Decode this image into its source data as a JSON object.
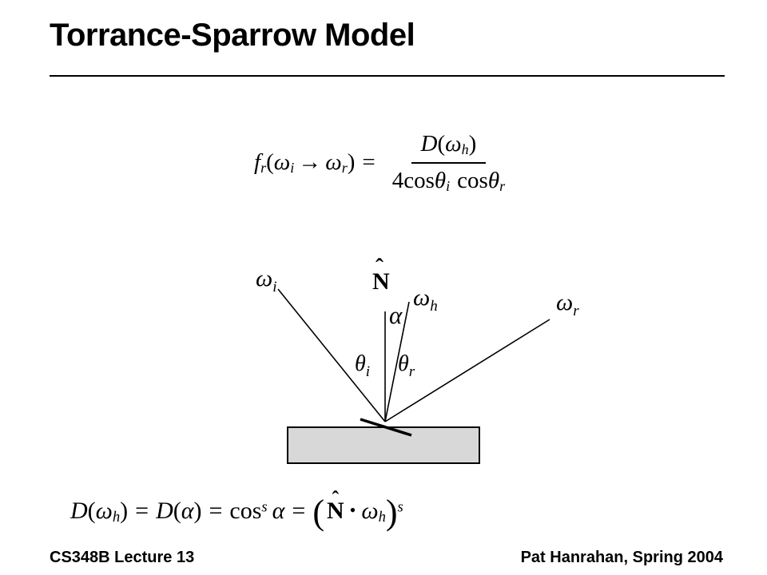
{
  "slide": {
    "title": "Torrance-Sparrow Model",
    "footer_left": "CS348B Lecture 13",
    "footer_right": "Pat Hanrahan, Spring 2004"
  },
  "colors": {
    "surface_fill": "#d8d8d8",
    "ink": "#000000"
  },
  "brdf": {
    "f": "f",
    "f_sub": "r",
    "lparen": "(",
    "omega1": "ω",
    "omega1_sub": "i",
    "arrow": "→",
    "omega2": "ω",
    "omega2_sub": "r",
    "rparen": ")",
    "eq": "=",
    "num_D": "D",
    "num_lparen": "(",
    "num_omega": "ω",
    "num_sub": "h",
    "num_rparen": ")",
    "den_coef": "4",
    "den_cos1": "cos",
    "den_theta1": "θ",
    "den_theta1_sub": "i",
    "den_cos2": "cos",
    "den_theta2": "θ",
    "den_theta2_sub": "r"
  },
  "diagram": {
    "omega_i": "ω",
    "omega_i_sub": "i",
    "normal": "N",
    "normal_hat": "ˆ",
    "omega_h": "ω",
    "omega_h_sub": "h",
    "omega_r": "ω",
    "omega_r_sub": "r",
    "alpha": "α",
    "theta_i": "θ",
    "theta_i_sub": "i",
    "theta_r": "θ",
    "theta_r_sub": "r"
  },
  "dist": {
    "D1": "D",
    "lp1": "(",
    "om1": "ω",
    "om1_sub": "h",
    "rp1": ")",
    "eq1": "=",
    "D2": "D",
    "lp2": "(",
    "alpha1": "α",
    "rp2": ")",
    "eq2": "=",
    "cos": "cos",
    "cos_sup": "s",
    "alpha2": "α",
    "eq3": "=",
    "big_lp": "(",
    "N": "N",
    "N_hat": "ˆ",
    "dot": "•",
    "om2": "ω",
    "om2_sub": "h",
    "big_rp": ")",
    "sup_s": "s"
  }
}
